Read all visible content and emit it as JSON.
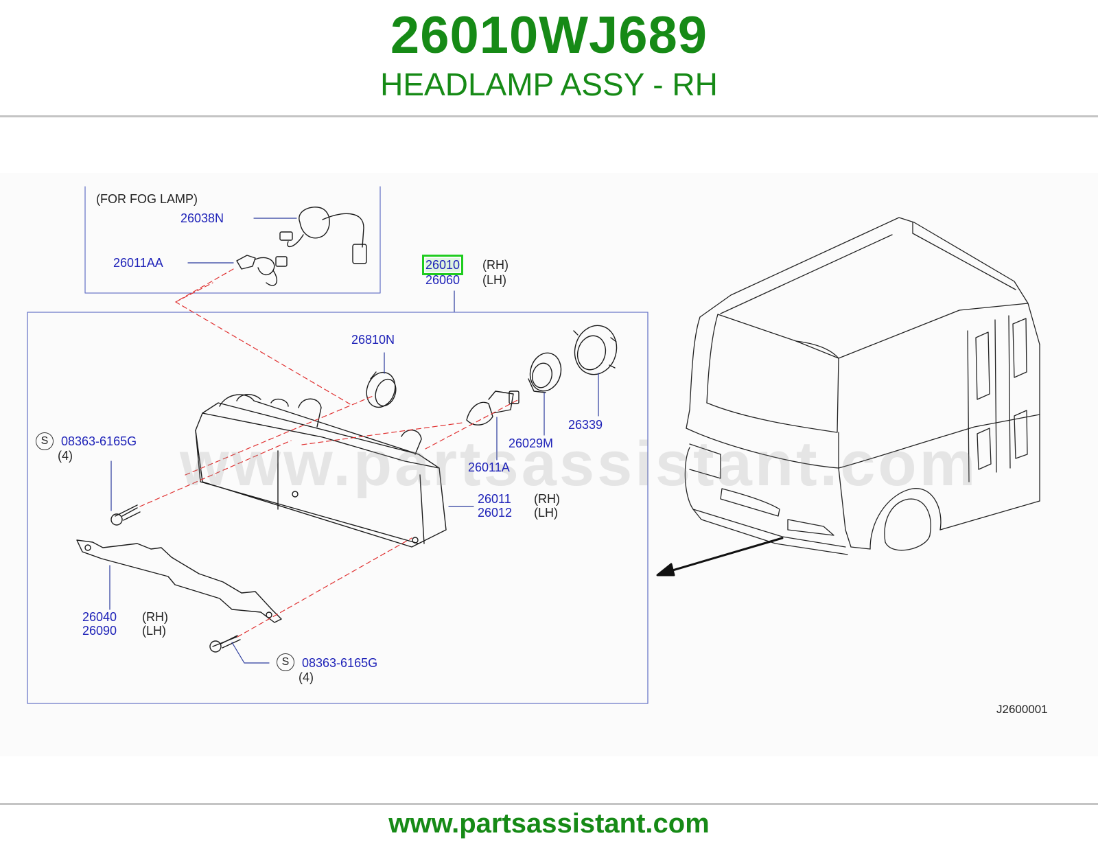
{
  "header": {
    "part_number": "26010WJ689",
    "part_name": "HEADLAMP ASSY - RH"
  },
  "diagram": {
    "inset_title": "(FOR  FOG  LAMP)",
    "callouts": {
      "fog_bulb_socket": "26038N",
      "fog_bulb": "26011AA",
      "headlamp_rh": "26010",
      "headlamp_lh": "26060",
      "socket_cap": "26810N",
      "seal": "26029M",
      "retainer": "26339",
      "bulb": "26011A",
      "lens_rh": "26011",
      "lens_lh": "26012",
      "screw_top": "08363-6165G",
      "screw_bottom": "08363-6165G",
      "bracket_rh": "26040",
      "bracket_lh": "26090"
    },
    "suffixes": {
      "rh": "(RH)",
      "lh": "(LH)",
      "qty_top": "(4)",
      "qty_bottom": "(4)",
      "std": "S"
    },
    "watermark": "www.partsassistant.com",
    "diagram_code": "J2600001",
    "highlighted_callout": "26010"
  },
  "footer": {
    "url": "www.partsassistant.com"
  },
  "colors": {
    "brand_green": "#168a16",
    "callout_blue": "#1e22b8",
    "highlight_green": "#1fcc1f",
    "leader_red": "#e03030"
  }
}
